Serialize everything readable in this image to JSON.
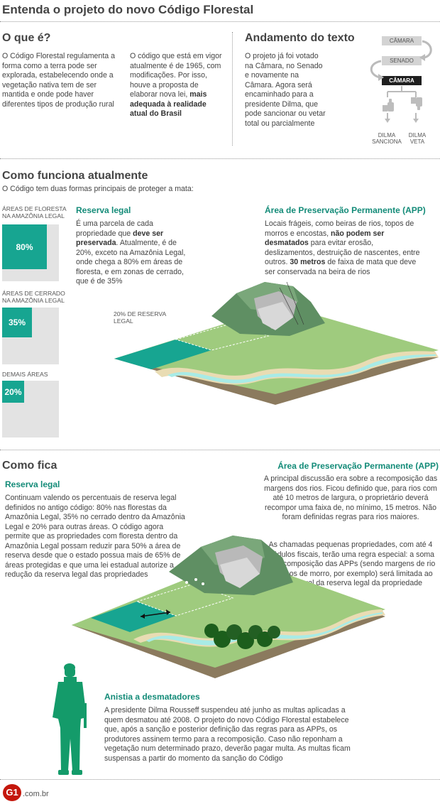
{
  "title": "Entenda o projeto do novo Código Florestal",
  "oque": {
    "heading": "O que é?",
    "col1": "O Código Florestal regulamenta a forma como a terra pode ser explorada, estabelecendo onde a vegetação nativa tem de ser mantida e onde pode haver diferentes tipos de produção rural",
    "col2_plain": "O código que está em vigor atualmente é de 1965, com modificações. Por isso, houve a proposta de elaborar nova lei,",
    "col2_bold": "mais adequada à realidade atual do Brasil"
  },
  "andamento": {
    "heading": "Andamento do texto",
    "text": "O projeto já foi votado na Câmara, no Senado e novamente na Câmara. Agora será encaminhado para a presidente Dilma, que pode sancionar ou vetar total ou parcialmente",
    "flow": [
      "CÂMARA",
      "SENADO",
      "CÂMARA"
    ],
    "sanciona": "DILMA SANCIONA",
    "veta": "DILMA VETA"
  },
  "atual": {
    "heading": "Como funciona atualmente",
    "subtitle": "O Código tem duas formas principais de proteger a mata:",
    "bars": [
      {
        "label": "ÁREAS DE FLORESTA NA AMAZÔNIA LEGAL",
        "value_label": "80%",
        "value": 80
      },
      {
        "label": "ÁREAS DE CERRADO NA AMAZÔNIA LEGAL",
        "value_label": "35%",
        "value": 35
      },
      {
        "label": "DEMAIS ÁREAS",
        "value_label": "20%",
        "value": 20
      }
    ],
    "reserva_title": "Reserva legal",
    "reserva_p1": "É uma parcela de cada propriedade que",
    "reserva_b1": "deve ser preservada",
    "reserva_p2": ". Atualmente, é de 20%, exceto na Amazônia Legal, onde chega a 80% em áreas de floresta, e em zonas de cerrado, que é de 35%",
    "app_title": "Área de Preservação Permanente (APP)",
    "app_p1": "Locais frágeis, como beiras de rios, topos de morros e encostas,",
    "app_b1": "não podem ser desmatados",
    "app_p2": "para evitar erosão, deslizamentos, destruição de nascentes, entre outros.",
    "app_b2": "30 metros",
    "app_p3": "de faixa de mata que deve ser conservada na beira de rios",
    "map_label": "20% DE RESERVA LEGAL"
  },
  "fica": {
    "heading": "Como fica",
    "reserva_title": "Reserva legal",
    "reserva_text": "Continuam valendo os percentuais de reserva legal definidos no antigo código: 80% nas florestas da Amazônia Legal, 35% no cerrado dentro da Amazônia Legal e 20% para outras áreas. O código agora permite que as propriedades com floresta dentro da Amazônia Legal possam reduzir para 50% a área de reserva desde que o estado possua mais de 65% de áreas protegidas e que uma lei estadual autorize a redução da reserva legal das propriedades",
    "app_title": "Área de Preservação Permanente (APP)",
    "app_text1": "A principal discussão era sobre a recomposição das margens dos rios. Ficou definido que, para rios com até 10 metros de largura, o proprietário deverá recompor uma faixa de, no mínimo, 15 metros. Não foram definidas regras para rios maiores.",
    "app_text2": "As chamadas pequenas propriedades, com até 4 módulos fiscais, terão  uma regra especial: a soma de recomposição das APPs (sendo margens de rio ou topos de morro, por exemplo) será  limitada ao percentual da reserva legal da propriedade",
    "anistia_title": "Anistia a desmatadores",
    "anistia_text": "A presidente Dilma Rousseff suspendeu até junho as multas aplicadas a quem desmatou até 2008. O projeto do novo Código Florestal estabelece que, após a sanção e posterior definição das regras para as APPs, os produtores assinem termo para a recomposição. Caso não reponham a vegetação num determinado prazo, deverão pagar multa. As multas ficam suspensas a partir do momento da sanção do Código"
  },
  "footer": {
    "brand": "G1",
    "domain": ".com.br"
  },
  "colors": {
    "accent": "#17a591",
    "title": "#138b78",
    "water": "#a8ebe6",
    "terrain": "#9fcb7e"
  }
}
